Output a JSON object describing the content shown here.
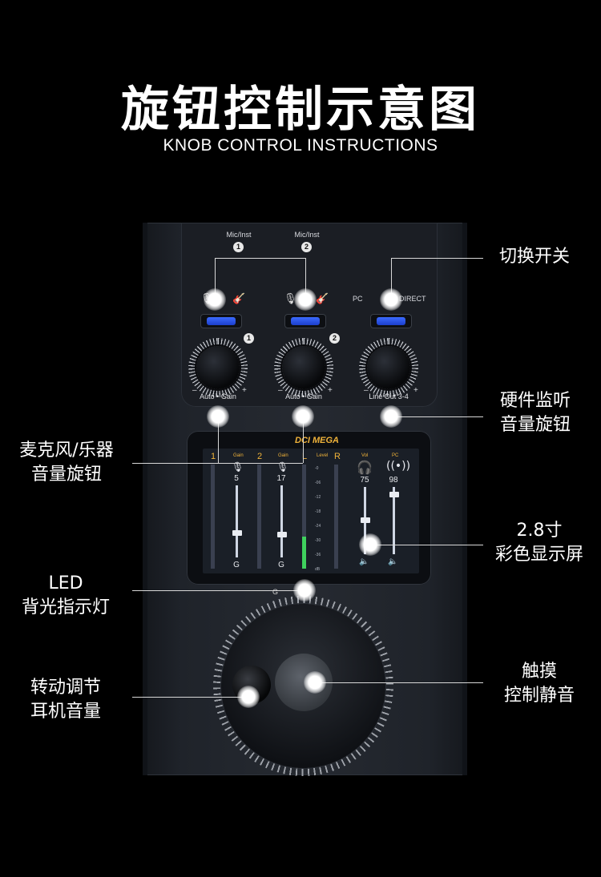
{
  "title": {
    "cn": "旋钮控制示意图",
    "en": "KNOB CONTROL INSTRUCTIONS"
  },
  "callouts": {
    "switch": "切换开关",
    "monitor_volume": "硬件监听\n音量旋钮",
    "mic_volume": "麦克风/乐器\n音量旋钮",
    "display": "2.8寸\n彩色显示屏",
    "led": "LED\n背光指示灯",
    "earphone": "转动调节\n耳机音量",
    "touch_mute": "触摸\n控制静音"
  },
  "device": {
    "input1_label": "Mic/Inst",
    "input1_num": "1",
    "input2_label": "Mic/Inst",
    "input2_num": "2",
    "switch3_label_left": "PC",
    "switch3_label_right": "DIRECT",
    "knob1_num": "1",
    "knob2_num": "2",
    "knob1_label": "Auto • Gain",
    "knob2_label": "Auto • Gain",
    "knob3_label": "Line Out 3-4",
    "minus": "–",
    "plus": "+",
    "dial_letter": "G",
    "screen": {
      "brand": "DCI MEGA",
      "ch1": "1",
      "ch2": "2",
      "chL": "L",
      "chR": "R",
      "gain1": "Gain",
      "gain2": "Gain",
      "level": "Level",
      "vol": "Vol",
      "pc": "PC",
      "val1": "5",
      "val2": "17",
      "val3": "75",
      "val4": "98",
      "g1": "G",
      "g2": "G",
      "db_scale": [
        "-0",
        "-06",
        "-12",
        "-18",
        "-24",
        "-30",
        "-36",
        "dB"
      ]
    }
  }
}
